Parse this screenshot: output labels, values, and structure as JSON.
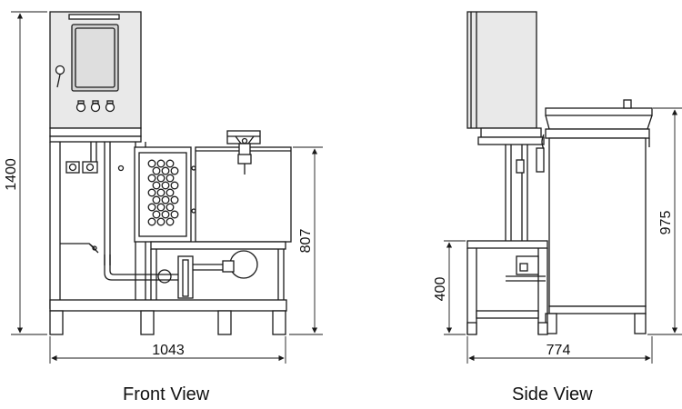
{
  "front_view": {
    "caption": "Front View",
    "dimensions": {
      "overall_height": "1400",
      "tank_height": "807",
      "overall_width": "1043"
    }
  },
  "side_view": {
    "caption": "Side View",
    "dimensions": {
      "frame_height": "400",
      "tank_height": "975",
      "overall_depth": "774"
    }
  },
  "colors": {
    "line": "#1a1a1a",
    "panel_gray": "#e6e6e6",
    "window_gray": "#cfcfcf"
  }
}
